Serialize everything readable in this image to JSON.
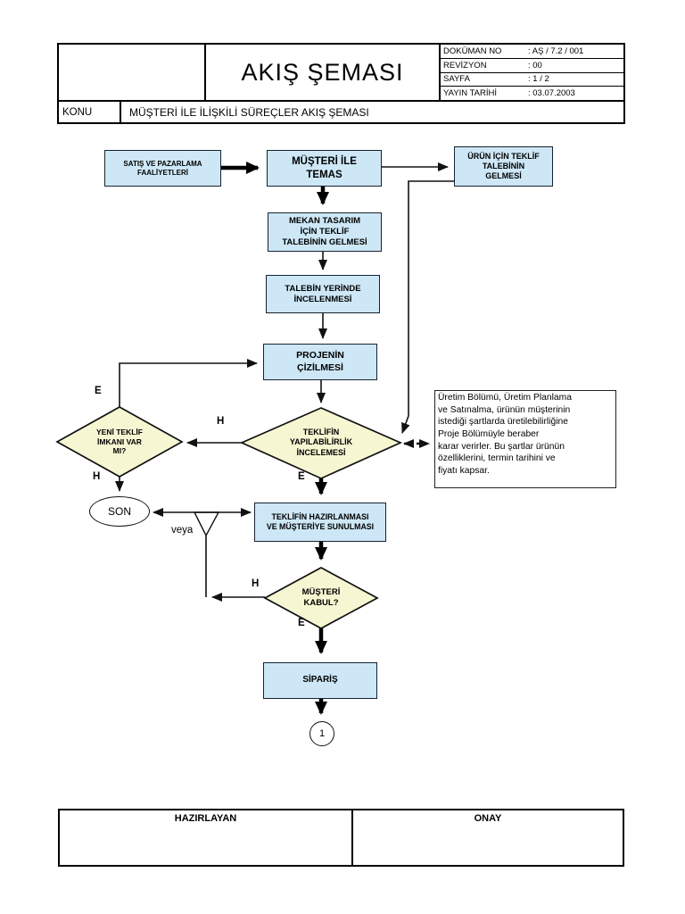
{
  "header": {
    "title": "AKIŞ ŞEMASI",
    "info_rows": [
      {
        "label": "DOKÜMAN NO",
        "value": ": AŞ / 7.2 / 001"
      },
      {
        "label": "REVİZYON",
        "value": ": 00"
      },
      {
        "label": "SAYFA",
        "value": ": 1 / 2"
      },
      {
        "label": "YAYIN TARİHİ",
        "value": ": 03.07.2003"
      }
    ],
    "konu": {
      "label": "KONU",
      "value": "MÜŞTERİ İLE İLİŞKİLİ SÜREÇLER AKIŞ ŞEMASI"
    }
  },
  "flowchart": {
    "colors": {
      "process_fill": "#cde7f6",
      "decision_fill": "#f6f6d2",
      "line": "#111111"
    },
    "nodes": {
      "satis_pazarlama": "SATIŞ VE PAZARLAMA\nFAALİYETLERİ",
      "musteri_ile_temas": "MÜŞTERİ İLE\nTEMAS",
      "urun_icin_teklif": "ÜRÜN İÇİN TEKLİF\nTALEBİNİN\nGELMESİ",
      "mekan_tasarim": "MEKAN TASARIM\nİÇİN TEKLİF\nTALEBİNİN GELMESİ",
      "talebin_yerinde": "TALEBİN YERİNDE\nİNCELENMESİ",
      "projenin_cizilmesi": "PROJENİN\nÇİZİLMESİ",
      "yeni_teklif_imkani": "YENİ TEKLİF\nİMKANI VAR\nMI?",
      "teklifin_yapilabilirlik": "TEKLİFİN\nYAPILABİLİRLİK\nİNCELEMESİ",
      "son": "SON",
      "teklifin_hazirlanmasi": "TEKLİFİN HAZIRLANMASI\nVE MÜŞTERİYE SUNULMASI",
      "musteri_kabul": "MÜŞTERİ\nKABUL?",
      "siparis": "SİPARİŞ",
      "connector_1": "1"
    },
    "branch_labels": {
      "yeni_teklif_evet": "E",
      "yeni_teklif_hayir": "H",
      "yapilabilirlik_hayir": "H",
      "yapilabilirlik_evet": "E",
      "kabul_hayir": "H",
      "kabul_evet": "E",
      "veya": "veya"
    },
    "annotation": "Üretim Bölümü, Üretim Planlama\nve Satınalma, ürünün müşterinin\nistediği şartlarda üretilebilirliğine\nProje Bölümüyle beraber\nkarar verirler. Bu şartlar ürünün\nözelliklerini, termin tarihini ve\nfiyatı kapsar."
  },
  "footer": {
    "hazirlayan": "HAZIRLAYAN",
    "onay": "ONAY"
  }
}
